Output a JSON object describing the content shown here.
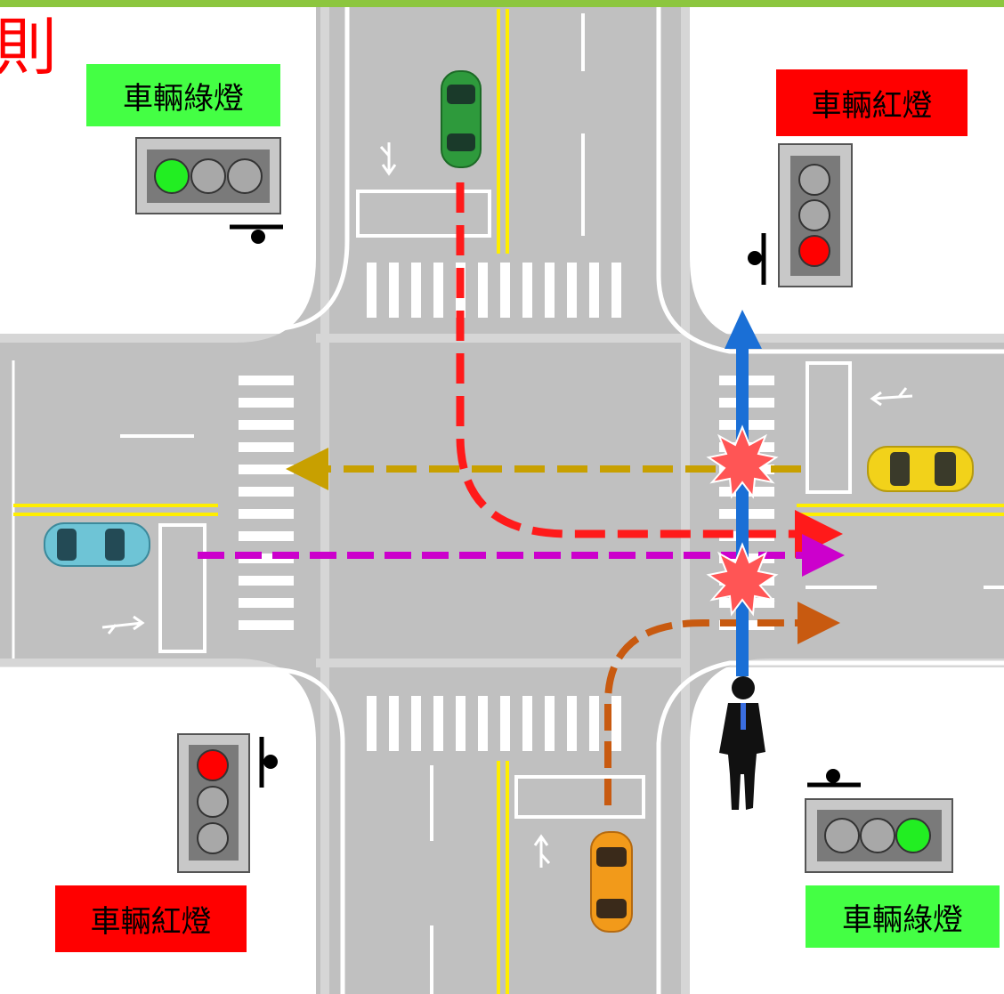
{
  "title_fragment": "則",
  "signals": {
    "nw": {
      "label": "車輛綠燈",
      "label_bg": "#44ff44",
      "active": "green"
    },
    "ne": {
      "label": "車輛紅燈",
      "label_bg": "#ff0000",
      "active": "red"
    },
    "sw": {
      "label": "車輛紅燈",
      "label_bg": "#ff0000",
      "active": "red"
    },
    "se": {
      "label": "車輛綠燈",
      "label_bg": "#44ff44",
      "active": "green"
    }
  },
  "colors": {
    "road": "#c0c0c0",
    "lane_white": "#ffffff",
    "center_yellow": "#ffee00",
    "path_left_turn": "#ff1a1a",
    "path_westbound": "#c8a000",
    "path_eastbound": "#cc00cc",
    "path_right_turn": "#c85a10",
    "pedestrian_path": "#1a6fd6",
    "conflict": "#ff5555"
  },
  "vehicles": [
    {
      "name": "green-car",
      "color": "#2e9a3c"
    },
    {
      "name": "yellow-car",
      "color": "#f2d21a"
    },
    {
      "name": "blue-car",
      "color": "#6ec4d6"
    },
    {
      "name": "orange-car",
      "color": "#f29a1a"
    }
  ]
}
